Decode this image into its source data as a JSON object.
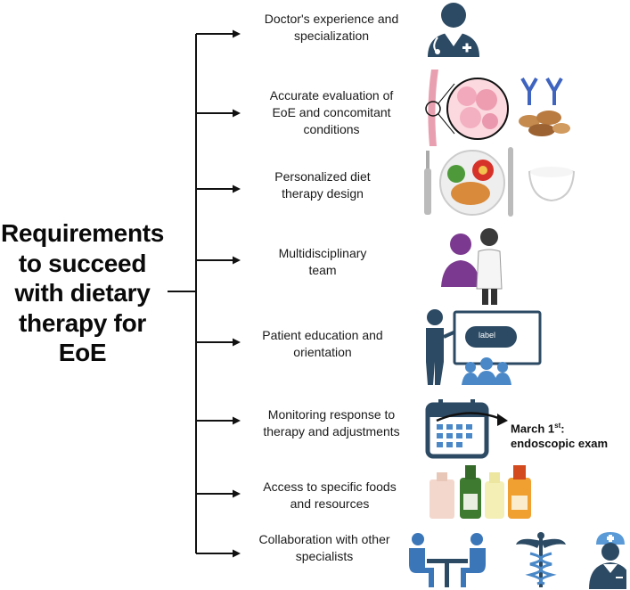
{
  "title_lines": [
    "Requirements",
    "to succeed",
    "with dietary",
    "therapy for",
    "EoE"
  ],
  "requirements": [
    {
      "lines": [
        "Doctor's experience and",
        "specialization"
      ],
      "icon": "doctor-icon"
    },
    {
      "lines": [
        "Accurate evaluation of",
        "EoE and concomitant",
        "conditions"
      ],
      "icon": "esophagus-allergens-icon"
    },
    {
      "lines": [
        "Personalized diet",
        "therapy design"
      ],
      "icon": "meal-plate-icon"
    },
    {
      "lines": [
        "Multidisciplinary",
        "team"
      ],
      "icon": "team-icon"
    },
    {
      "lines": [
        "Patient education and",
        "orientation"
      ],
      "icon": "education-icon"
    },
    {
      "lines": [
        "Monitoring response to",
        "therapy and adjustments"
      ],
      "icon": "calendar-icon"
    },
    {
      "lines": [
        "Access to specific foods",
        "and resources"
      ],
      "icon": "beverages-icon"
    },
    {
      "lines": [
        "Collaboration with other",
        "specialists"
      ],
      "icon": "collaboration-icon"
    }
  ],
  "board_label": "label",
  "callout": {
    "line1": "March 1",
    "sup": "st",
    "line1_end": ":",
    "line2": "endoscopic exam"
  },
  "colors": {
    "navy": "#2c4a63",
    "blue": "#4a88c7",
    "purple": "#7b3a8f",
    "pink": "#e8a0b0",
    "line": "#111111"
  }
}
